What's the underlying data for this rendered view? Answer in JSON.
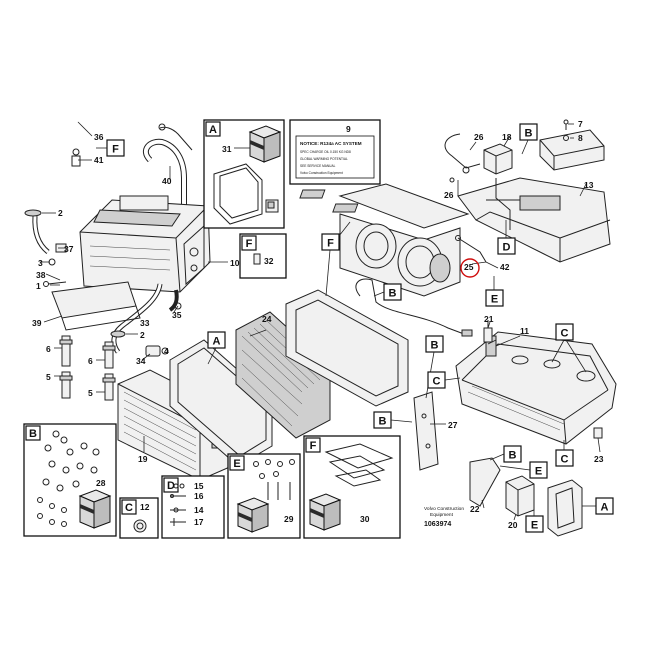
{
  "labels": {
    "l1": "1",
    "l2": "2",
    "l2b": "2",
    "l3": "3",
    "l4": "4",
    "l5": "5",
    "l5b": "5",
    "l6": "6",
    "l6b": "6",
    "l7": "7",
    "l8": "8",
    "l9": "9",
    "l10": "10",
    "l11": "11",
    "l12": "12",
    "l13": "13",
    "l14": "14",
    "l15": "15",
    "l16": "16",
    "l17": "17",
    "l18": "18",
    "l19": "19",
    "l20": "20",
    "l21": "21",
    "l22": "22",
    "l23": "23",
    "l24": "24",
    "l25": "25",
    "l26": "26",
    "l26b": "26",
    "l27": "27",
    "l28": "28",
    "l29": "29",
    "l30": "30",
    "l31": "31",
    "l32": "32",
    "l33": "33",
    "l34": "34",
    "l35": "35",
    "l36": "36",
    "l37": "37",
    "l38": "38",
    "l39": "39",
    "l40": "40",
    "l41": "41",
    "l42": "42"
  },
  "keys": {
    "kA_box": "A",
    "kB_box": "B",
    "kC_box": "C",
    "kD_box": "D",
    "kE_box": "E",
    "kF_box": "F",
    "kF2_box": "F",
    "kF_top": "F",
    "kF_mid": "F",
    "kB_top": "B",
    "kB_mid": "B",
    "kB_mid2": "B",
    "kB_low": "B",
    "kA_mid": "A",
    "kA_low": "A",
    "kC_r1": "C",
    "kC_r2": "C",
    "kC_r3": "C",
    "kC_r4": "C",
    "kD_mid": "D",
    "kE_mid": "E",
    "kE_low": "E",
    "kE_low2": "E"
  },
  "notice": {
    "title": "NOTICE: R134a AC SYSTEM",
    "lines": [
      "SPEC CHARGE OIL 0.150 KG ND8",
      "GLOBAL WARMING POTENTIAL",
      "SEE SERVICE MANUAL",
      "Volvo Construction Equipment"
    ]
  },
  "caption": {
    "line1": "Volvo Construction",
    "line2": "Equipment",
    "number": "1063974"
  },
  "colors": {
    "line": "#222222",
    "highlight": "#d01010",
    "background": "#ffffff"
  }
}
